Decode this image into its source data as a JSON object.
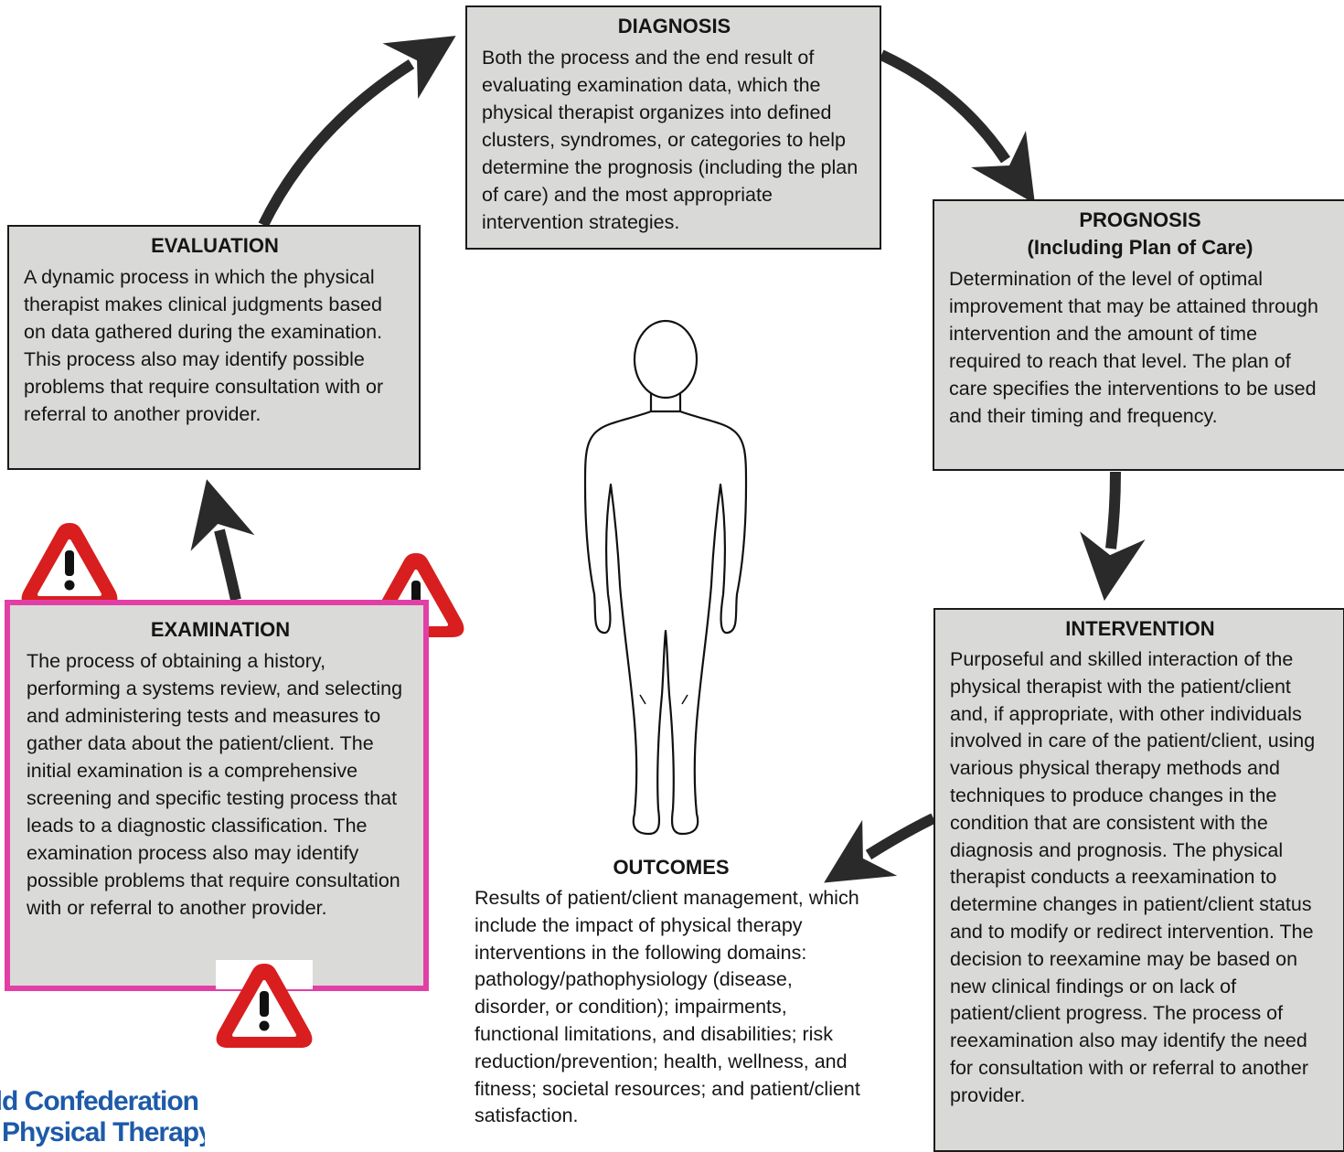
{
  "boxes": {
    "diagnosis": {
      "title": "DIAGNOSIS",
      "text": "Both the process and the end result of evaluating examination data, which the physical therapist organizes into defined clusters, syndromes, or categories to help determine the prognosis (including the plan of care) and the most appropriate intervention strategies."
    },
    "evaluation": {
      "title": "EVALUATION",
      "text": "A dynamic process in which the physical therapist makes clinical judgments based on data gathered during the examination. This process also may identify possible problems that require consultation with or referral to another provider."
    },
    "prognosis": {
      "title_line1": "PROGNOSIS",
      "title_line2": "(Including Plan of Care)",
      "text": "Determination of the level of optimal improvement that may be attained through intervention and the amount of time required to reach that level. The plan of care specifies the interventions to be used and their timing and frequency."
    },
    "examination": {
      "title": "EXAMINATION",
      "text": "The process of obtaining a history, performing a systems review, and selecting and administering tests and measures to gather data about the patient/client. The initial examination is a comprehensive screening and specific testing process that leads to a diagnostic classification. The examination process also may identify possible problems that require consultation with or referral to another provider."
    },
    "intervention": {
      "title": "INTERVENTION",
      "text": "Purposeful and skilled interaction of the physical therapist with the patient/client and, if appropriate, with other individuals involved in care of the patient/client, using various physical therapy methods and techniques to produce changes in the condition that are consistent with the diagnosis and prognosis. The physical therapist conducts a reexamination to determine changes in patient/client status and to modify or redirect intervention. The decision to reexamine may be based on new clinical findings or on lack of patient/client progress. The process of reexamination also may identify the need for consultation with or referral to another provider."
    },
    "outcomes": {
      "title": "OUTCOMES",
      "text": "Results of patient/client management, which include the impact of physical therapy interventions in the following domains: pathology/pathophysiology (disease, disorder, or condition); impairments, functional limitations, and disabilities; risk reduction/prevention; health, wellness, and fitness; societal resources; and patient/client satisfaction."
    }
  },
  "logo": {
    "line1": "rld Confederation",
    "line2": "Physical Therapy"
  },
  "colors": {
    "box_fill": "#d9d9d7",
    "highlight_border": "#e23fa6",
    "warning_red": "#d81e1e",
    "arrow": "#2a2a2a",
    "logo_blue": "#1d5aa8"
  },
  "icons": [
    "warning-icon",
    "human-figure-icon",
    "arrow"
  ]
}
